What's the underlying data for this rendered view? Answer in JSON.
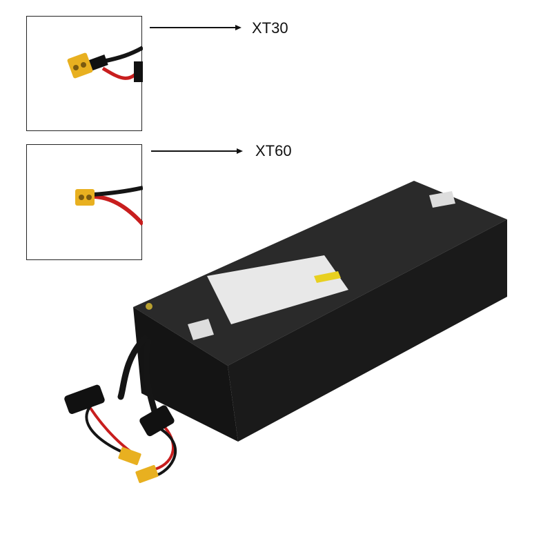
{
  "callouts": [
    {
      "label": "XT30",
      "description_icon": "xt30-connector"
    },
    {
      "label": "XT60",
      "description_icon": "xt60-connector"
    }
  ],
  "colors": {
    "battery": "#1c1c1c",
    "connector": "#e8b020",
    "wire_red": "#c81e1e",
    "wire_black": "#151515"
  }
}
